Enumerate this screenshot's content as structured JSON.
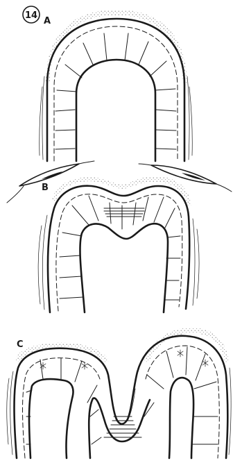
{
  "figure": {
    "number": "14",
    "panels": [
      {
        "label": "A"
      },
      {
        "label": "B"
      },
      {
        "label": "C"
      }
    ]
  },
  "colors": {
    "ink": "#1a1a1a",
    "background": "#ffffff"
  }
}
